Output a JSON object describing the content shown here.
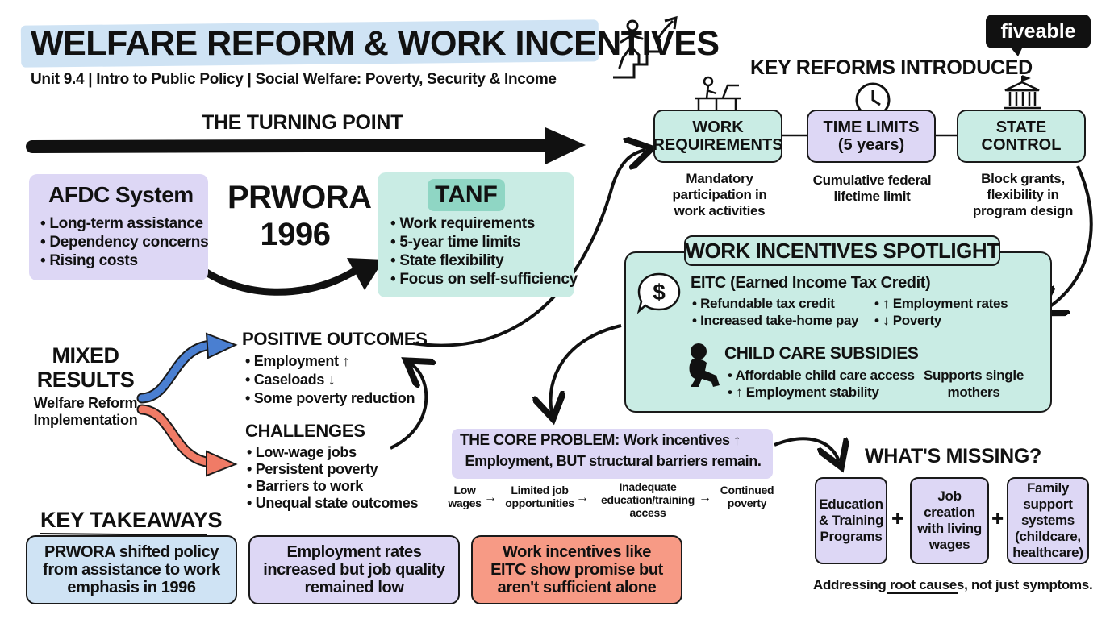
{
  "header": {
    "title": "WELFARE REFORM & WORK INCENTIVES",
    "subtitle": "Unit 9.4 | Intro to Public Policy | Social Welfare: Poverty, Security & Income",
    "logo": "fiveable"
  },
  "timeline": {
    "title": "THE TURNING POINT",
    "afdc": {
      "title": "AFDC System",
      "items": [
        "Long-term assistance",
        "Dependency concerns",
        "Rising costs"
      ]
    },
    "prwora": [
      "PRWORA",
      "1996"
    ],
    "tanf": {
      "title": "TANF",
      "items": [
        "Work requirements",
        "5-year time limits",
        "State flexibility",
        "Focus on self-sufficiency"
      ]
    }
  },
  "results": {
    "title": [
      "MIXED",
      "RESULTS"
    ],
    "subtitle": [
      "Welfare Reform",
      "Implementation"
    ],
    "positive": {
      "title": "POSITIVE OUTCOMES",
      "items": [
        "Employment ↑",
        "Caseloads ↓",
        "Some poverty reduction"
      ]
    },
    "challenges": {
      "title": "CHALLENGES",
      "items": [
        "Low-wage jobs",
        "Persistent poverty",
        "Barriers to work",
        "Unequal state outcomes"
      ]
    }
  },
  "key_reforms": {
    "title": "KEY REFORMS INTRODUCED",
    "reforms": [
      {
        "label": [
          "WORK",
          "REQUIREMENTS"
        ],
        "desc": [
          "Mandatory",
          "participation in",
          "work activities"
        ],
        "icon": "person-at-desk-icon"
      },
      {
        "label": [
          "TIME LIMITS",
          "(5 years)"
        ],
        "desc": [
          "Cumulative federal",
          "lifetime limit"
        ],
        "icon": "clock-icon"
      },
      {
        "label": [
          "STATE",
          "CONTROL"
        ],
        "desc": [
          "Block grants,",
          "flexibility in",
          "program design"
        ],
        "icon": "capitol-building-icon"
      }
    ]
  },
  "spotlight": {
    "title": "WORK INCENTIVES SPOTLIGHT",
    "eitc": {
      "title": "EITC (Earned Income Tax Credit)",
      "left": [
        "Refundable tax credit",
        "Increased take-home pay"
      ],
      "right": [
        "↑ Employment rates",
        "↓ Poverty"
      ]
    },
    "child_care": {
      "title": "CHILD CARE SUBSIDIES",
      "items": [
        "Affordable child care access",
        "↑ Employment stability"
      ],
      "side": [
        "Supports single",
        "mothers"
      ]
    }
  },
  "core_problem": {
    "label": "THE CORE PROBLEM:",
    "line1_rest": "Work incentives ↑",
    "line2": "Employment, BUT structural barriers remain.",
    "chain": [
      [
        "Low",
        "wages"
      ],
      [
        "Limited job",
        "opportunities"
      ],
      [
        "Inadequate",
        "education/training",
        "access"
      ],
      [
        "Continued",
        "poverty"
      ]
    ],
    "arrow": "→"
  },
  "missing": {
    "title": "WHAT'S MISSING?",
    "items": [
      [
        "Education",
        "& Training",
        "Programs"
      ],
      [
        "Job",
        "creation",
        "with living",
        "wages"
      ],
      [
        "Family",
        "support",
        "systems",
        "(childcare,",
        "healthcare)"
      ]
    ],
    "plus": "+",
    "footer_pre": "Addressing ",
    "footer_under": "root causes",
    "footer_post": ", not just symptoms."
  },
  "takeaways": {
    "title": "KEY TAKEAWAYS",
    "items": [
      [
        "PRWORA shifted policy",
        "from assistance to work",
        "emphasis in 1996"
      ],
      [
        "Employment rates",
        "increased but job quality",
        "remained low"
      ],
      [
        "Work incentives like",
        "EITC show promise but",
        "aren't sufficient alone"
      ]
    ]
  },
  "colors": {
    "blue": "#cfe3f4",
    "lavender": "#ddd7f5",
    "mint": "#c9ece4",
    "mint_dark": "#8fd6c4",
    "coral": "#f79a85",
    "arrow_blue": "#4a7fd1",
    "arrow_coral": "#f07b66"
  }
}
